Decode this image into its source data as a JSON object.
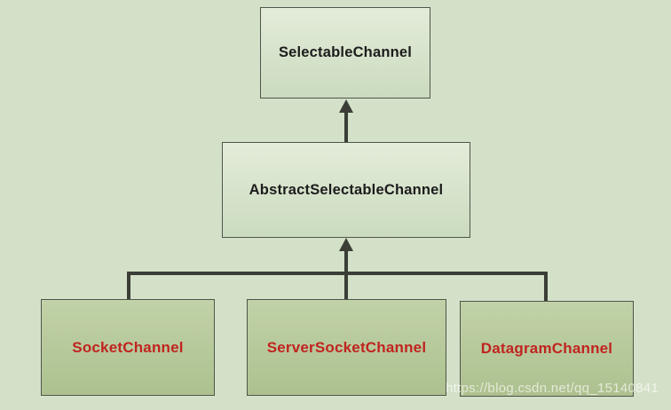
{
  "diagram": {
    "type": "class-hierarchy",
    "nodes": [
      {
        "label": "SelectableChannel",
        "level": "root",
        "text_color": "#1c1c1c"
      },
      {
        "label": "AbstractSelectableChannel",
        "level": "middle",
        "text_color": "#1c1c1c"
      },
      {
        "label": "SocketChannel",
        "level": "leaf",
        "text_color": "#c02420"
      },
      {
        "label": "ServerSocketChannel",
        "level": "leaf",
        "text_color": "#c02420"
      },
      {
        "label": "DatagramChannel",
        "level": "leaf",
        "text_color": "#c02420"
      }
    ],
    "edges": [
      {
        "from": "AbstractSelectableChannel",
        "to": "SelectableChannel",
        "style": "solid-arrow-up"
      },
      {
        "from": "SocketChannel",
        "to": "AbstractSelectableChannel",
        "style": "solid-arrow-up"
      },
      {
        "from": "ServerSocketChannel",
        "to": "AbstractSelectableChannel",
        "style": "solid-arrow-up"
      },
      {
        "from": "DatagramChannel",
        "to": "AbstractSelectableChannel",
        "style": "solid-arrow-up"
      }
    ]
  },
  "watermark": {
    "text": "https://blog.csdn.net/qq_15140841"
  },
  "colors": {
    "page-bg": "#d3e1c8",
    "box-light-top": "#e3ecd9",
    "box-light-bottom": "#cbdbbf",
    "box-dark-top": "#c1d2a8",
    "box-dark-bottom": "#adc18f",
    "box-border": "#50554b",
    "line": "#3b3e37",
    "text-black": "#1c1c1c",
    "text-red": "#c02420",
    "watermark": "rgba(255,255,255,0.65)"
  }
}
